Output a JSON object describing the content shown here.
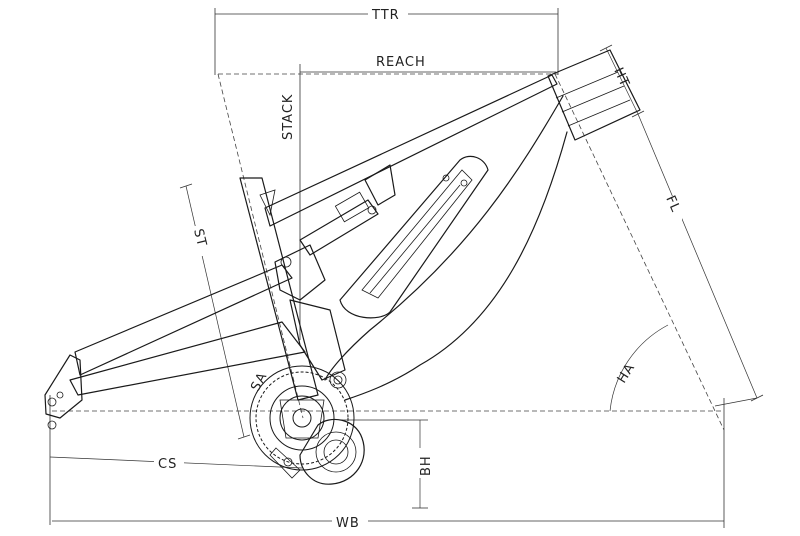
{
  "labels": {
    "ttr": "TTR",
    "reach": "REACH",
    "stack": "STACK",
    "ht": "HT",
    "fl": "FL",
    "st": "ST",
    "sa": "SA",
    "ha": "HA",
    "cs": "CS",
    "bh": "BH",
    "wb": "WB"
  },
  "colors": {
    "line": "#1a1a1a",
    "background": "#ffffff"
  }
}
